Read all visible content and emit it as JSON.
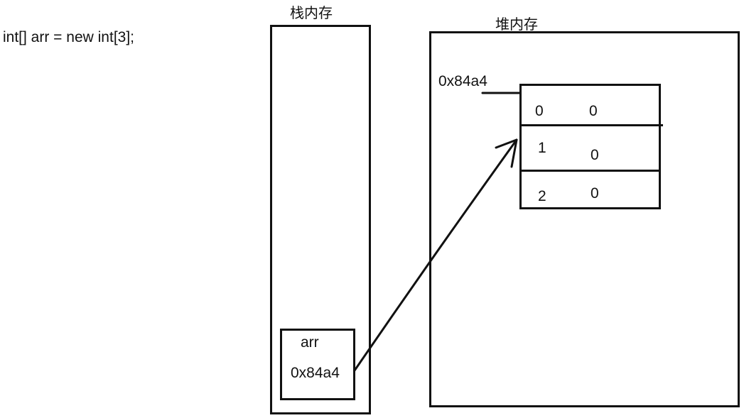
{
  "code_line": "int[] arr = new int[3];",
  "stack": {
    "title": "栈内存",
    "variable": {
      "name": "arr",
      "value": "0x84a4"
    }
  },
  "heap": {
    "title": "堆内存",
    "address_label": "0x84a4",
    "array": [
      {
        "index": "0",
        "value": "0"
      },
      {
        "index": "1",
        "value": "0"
      },
      {
        "index": "2",
        "value": "0"
      }
    ]
  },
  "colors": {
    "ink": "#111111",
    "background": "#ffffff"
  },
  "arrow": {
    "from": "stack.variable.value",
    "to": "heap.array"
  }
}
